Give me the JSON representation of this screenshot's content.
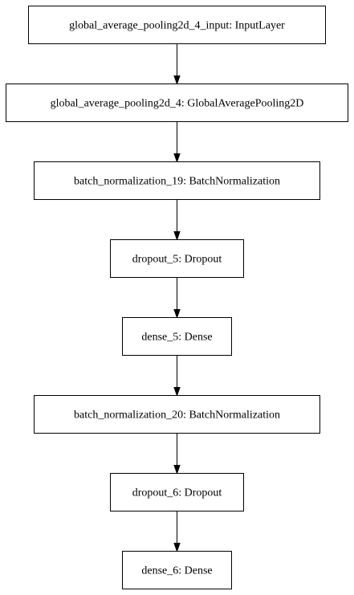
{
  "diagram": {
    "type": "flowchart",
    "nodes": [
      {
        "id": "n0",
        "label": "global_average_pooling2d_4_input: InputLayer"
      },
      {
        "id": "n1",
        "label": "global_average_pooling2d_4: GlobalAveragePooling2D"
      },
      {
        "id": "n2",
        "label": "batch_normalization_19: BatchNormalization"
      },
      {
        "id": "n3",
        "label": "dropout_5: Dropout"
      },
      {
        "id": "n4",
        "label": "dense_5: Dense"
      },
      {
        "id": "n5",
        "label": "batch_normalization_20: BatchNormalization"
      },
      {
        "id": "n6",
        "label": "dropout_6: Dropout"
      },
      {
        "id": "n7",
        "label": "dense_6: Dense"
      }
    ],
    "edges": [
      {
        "from": "n0",
        "to": "n1"
      },
      {
        "from": "n1",
        "to": "n2"
      },
      {
        "from": "n2",
        "to": "n3"
      },
      {
        "from": "n3",
        "to": "n4"
      },
      {
        "from": "n4",
        "to": "n5"
      },
      {
        "from": "n5",
        "to": "n6"
      },
      {
        "from": "n6",
        "to": "n7"
      }
    ],
    "colors": {
      "stroke": "#000000",
      "fill": "#ffffff",
      "text": "#000000"
    }
  }
}
